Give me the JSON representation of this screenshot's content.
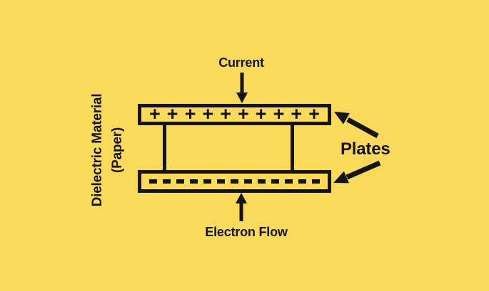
{
  "colors": {
    "background": "#fbd95b",
    "ink": "#141414"
  },
  "labels": {
    "current": "Current",
    "electron_flow": "Electron Flow",
    "plates": "Plates",
    "dielectric_line1": "Dielectric Material",
    "dielectric_line2": "(Paper)"
  },
  "plates": {
    "top": {
      "symbol": "+",
      "count": 10
    },
    "bottom": {
      "symbol": "-",
      "count": 13
    }
  },
  "icons": {
    "current_arrow": "arrow-down",
    "electron_flow_arrow": "arrow-up",
    "plates_arrow_upper": "arrow-up-left",
    "plates_arrow_lower": "arrow-down-left"
  }
}
